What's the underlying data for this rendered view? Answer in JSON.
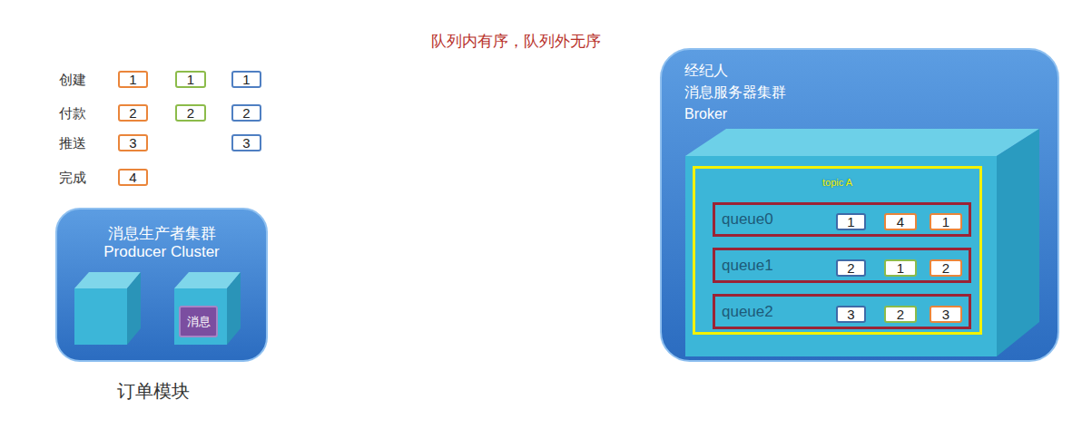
{
  "diagram": {
    "title": "队列内有序，队列外无序",
    "nodes": [
      {
        "text": [
          "1"
        ]
      },
      {
        "text": [
          "1"
        ]
      },
      {
        "text": [
          "1"
        ]
      },
      {
        "text": [
          "2"
        ]
      },
      {
        "text": [
          "2"
        ]
      },
      {
        "text": [
          "2"
        ]
      },
      {
        "text": [
          "3"
        ]
      },
      {
        "text": [
          "3"
        ]
      },
      {
        "text": [
          "4"
        ]
      },
      {
        "text": [
          "消息生产者集群 Producer Cluster"
        ]
      },
      {
        "text": [
          "消息"
        ],
        "in": 9
      },
      {
        "text": [
          "经纪人 消息服务器集群 Broker"
        ]
      },
      {
        "text": [
          "topic A"
        ],
        "in": 11
      },
      {
        "text": [
          "queue0"
        ],
        "in": 12
      },
      {
        "text": [
          "1"
        ],
        "in": 13
      },
      {
        "text": [
          "4"
        ],
        "in": 13
      },
      {
        "text": [
          "1"
        ],
        "in": 13
      },
      {
        "text": [
          "queue1"
        ],
        "in": 12
      },
      {
        "text": [
          "2"
        ],
        "in": 17
      },
      {
        "text": [
          "1"
        ],
        "in": 17
      },
      {
        "text": [
          "2"
        ],
        "in": 17
      },
      {
        "text": [
          "queue2"
        ],
        "in": 12
      },
      {
        "text": [
          "3"
        ],
        "in": 21
      },
      {
        "text": [
          "2"
        ],
        "in": 21
      },
      {
        "text": [
          "3"
        ],
        "in": 21
      }
    ],
    "labels": [
      "创建",
      "付款",
      "推送",
      "完成",
      "订单模块"
    ]
  }
}
